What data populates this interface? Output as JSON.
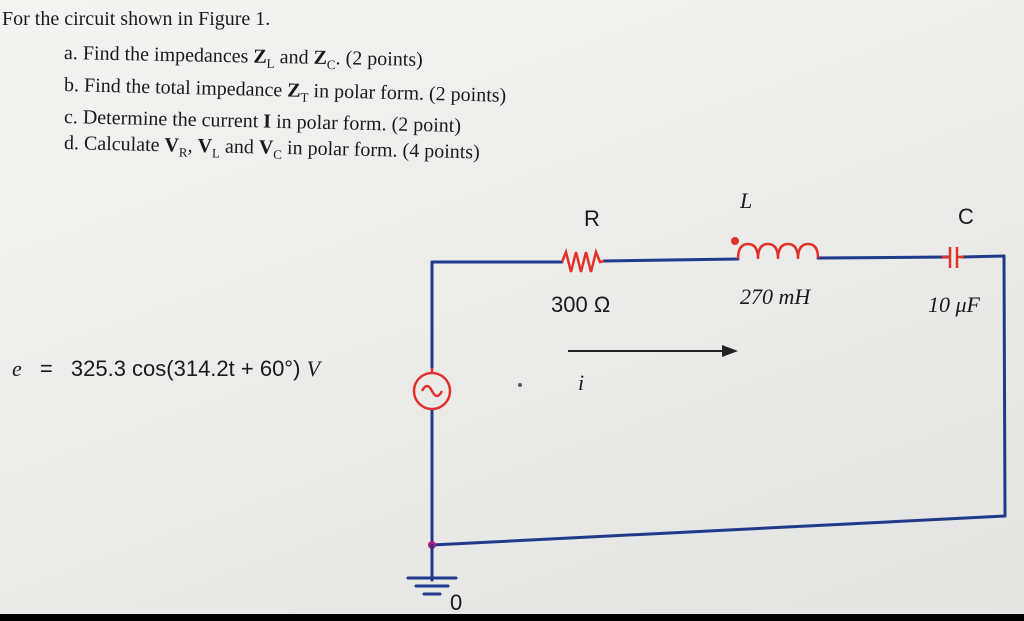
{
  "questions": {
    "intro": "For the circuit shown in Figure 1.",
    "a": {
      "text": "a. Find the impedances ",
      "zl": "Z",
      "zl_sub": "L",
      "and": " and ",
      "zc": "Z",
      "zc_sub": "C",
      "tail": ". (2 points)"
    },
    "b": {
      "text": "b. Find the total impedance ",
      "zt": "Z",
      "zt_sub": "T",
      "tail": " in polar form. (2 points)"
    },
    "c": {
      "text": "c. Determine the current ",
      "i": "I",
      "tail": " in polar form. (2 point)"
    },
    "d": {
      "text": "d. Calculate ",
      "vr": "V",
      "vr_sub": "R",
      "sep1": ", ",
      "vl": "V",
      "vl_sub": "L",
      "and": " and ",
      "vc": "V",
      "vc_sub": "C",
      "tail": " in polar form. (4 points)"
    }
  },
  "circuit": {
    "source_lhs": "e",
    "source_eq": "=",
    "source_expr": "325.3 cos(314.2t + 60°)",
    "source_unit": "V",
    "resistor_name": "R",
    "resistor_value": "300 Ω",
    "inductor_name": "L",
    "inductor_value": "270 mH",
    "capacitor_name": "C",
    "capacitor_value": "10 μF",
    "current_label": "i",
    "ground_label": "0"
  },
  "colors": {
    "wire": "#1f3a8a",
    "component": "#e0322a",
    "node": "#c2187a"
  }
}
